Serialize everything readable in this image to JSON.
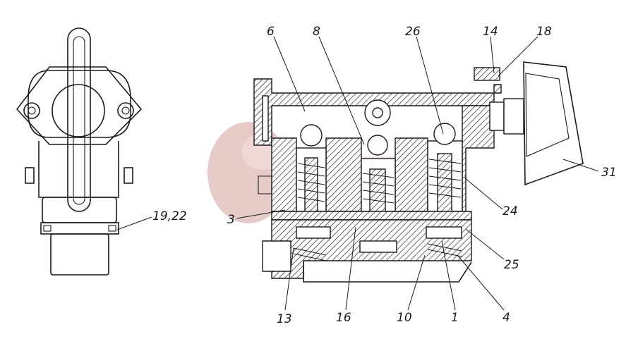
{
  "callouts": [
    {
      "id": "c6",
      "text": "6"
    },
    {
      "id": "c8",
      "text": "8"
    },
    {
      "id": "c26",
      "text": "26"
    },
    {
      "id": "c14",
      "text": "14"
    },
    {
      "id": "c18",
      "text": "18"
    },
    {
      "id": "c31",
      "text": "31"
    },
    {
      "id": "c24",
      "text": "24"
    },
    {
      "id": "c25",
      "text": "25"
    },
    {
      "id": "c4",
      "text": "4"
    },
    {
      "id": "c1",
      "text": "1"
    },
    {
      "id": "c10",
      "text": "10"
    },
    {
      "id": "c16",
      "text": "16"
    },
    {
      "id": "c13",
      "text": "13"
    },
    {
      "id": "c3",
      "text": "3"
    },
    {
      "id": "c1922",
      "text": "19,22"
    }
  ]
}
